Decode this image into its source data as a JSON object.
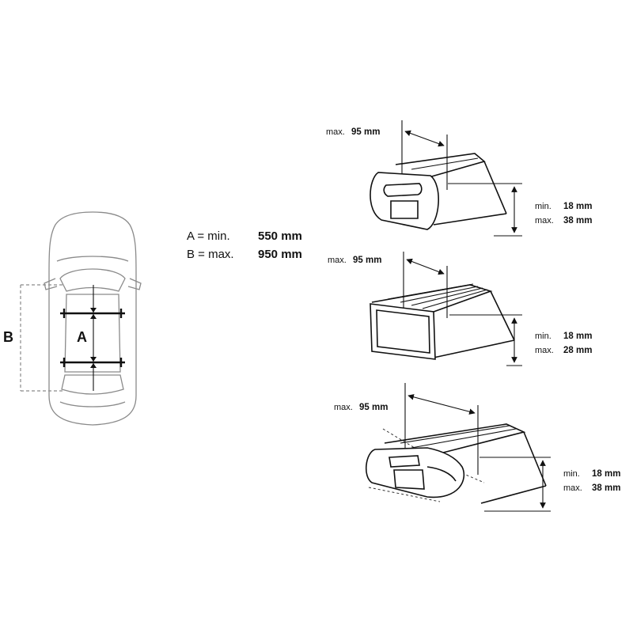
{
  "car_diagram": {
    "label_a": "A",
    "label_b": "B"
  },
  "spacing_specs": [
    {
      "key": "A = min.",
      "value": "550 mm"
    },
    {
      "key": "B = max.",
      "value": "950 mm"
    }
  ],
  "bar_profiles": [
    {
      "width_label": "max.",
      "width_value": "95 mm",
      "min_label": "min.",
      "min_value": "18 mm",
      "max_label": "max.",
      "max_value": "38 mm"
    },
    {
      "width_label": "max.",
      "width_value": "95 mm",
      "min_label": "min.",
      "min_value": "18 mm",
      "max_label": "max.",
      "max_value": "28 mm"
    },
    {
      "width_label": "max.",
      "width_value": "95 mm",
      "min_label": "min.",
      "min_value": "18 mm",
      "max_label": "max.",
      "max_value": "38 mm"
    }
  ],
  "colors": {
    "ink": "#111111",
    "outline_grey": "#8a8a8a",
    "background": "#ffffff"
  }
}
